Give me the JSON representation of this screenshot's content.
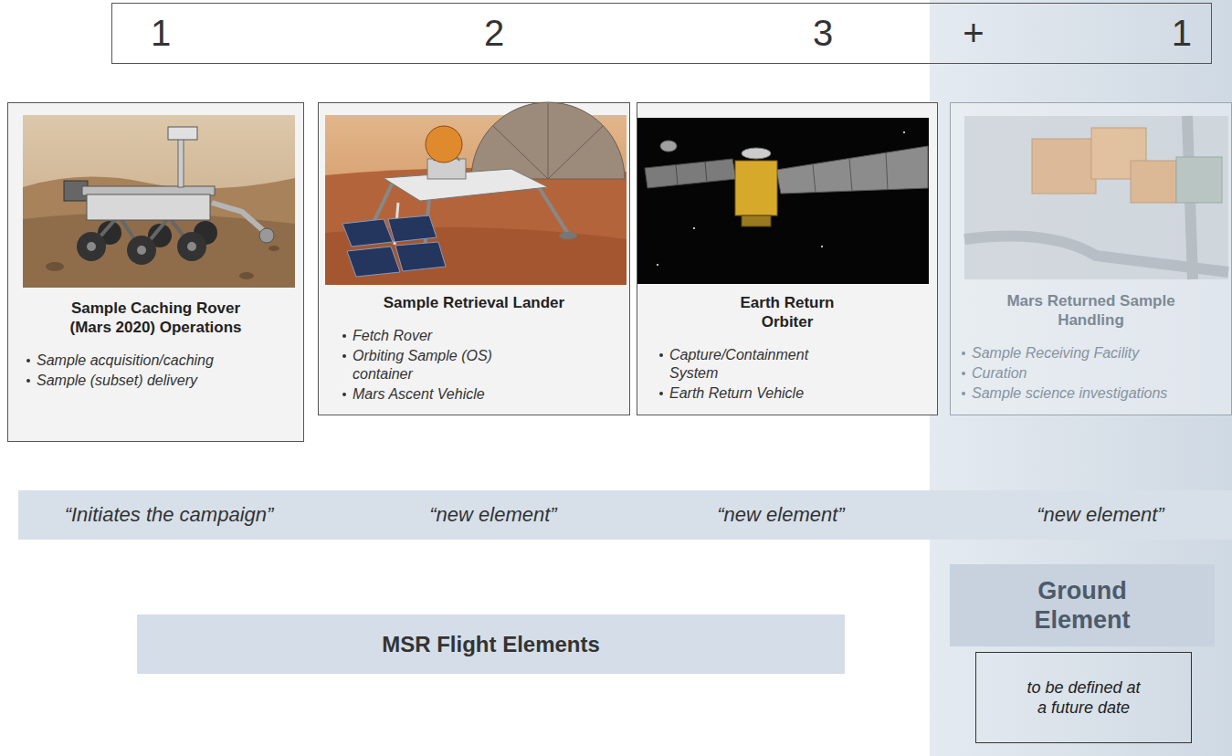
{
  "diagram": {
    "nodes": [
      {
        "text": [
          "1",
          "2",
          "3",
          "+",
          "1"
        ]
      },
      {
        "text": [
          "Sample Caching Rover (Mars 2020) Operations",
          "Sample acquisition/caching",
          "Sample (subset) delivery"
        ]
      },
      {
        "text": [
          "Sample Retrieval Lander",
          "Fetch Rover",
          "Orbiting Sample (OS) container",
          "Mars Ascent Vehicle"
        ]
      },
      {
        "text": [
          "Earth Return Orbiter",
          "Capture/Containment System",
          "Earth Return Vehicle"
        ]
      },
      {
        "text": [
          "Mars Returned Sample Handling",
          "Sample Receiving Facility",
          "Curation",
          "Sample science investigations"
        ]
      },
      {
        "text": [
          "“Initiates the campaign”",
          "“new element”",
          "“new element”",
          "“new element”"
        ]
      },
      {
        "text": [
          "Ground Element"
        ]
      },
      {
        "text": [
          "MSR Flight Elements"
        ]
      },
      {
        "text": [
          "to be defined at a future date"
        ]
      }
    ]
  }
}
